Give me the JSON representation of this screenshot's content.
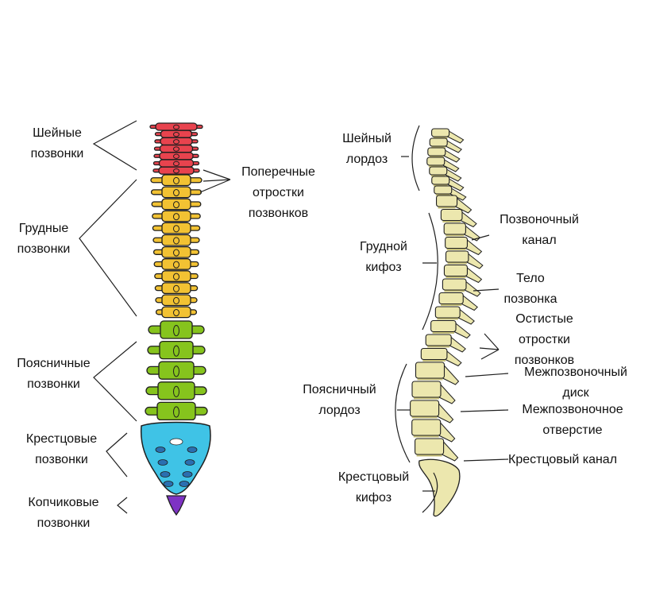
{
  "colors": {
    "cervical": "#e8434e",
    "thoracic": "#f2c233",
    "lumbar": "#86c41d",
    "sacrum": "#3fc3e6",
    "sacrum_holes": "#2a6fb0",
    "coccyx": "#7e33c4",
    "bone": "#ece7ae",
    "outline": "#1f1f1f"
  },
  "front_labels": {
    "cervical": [
      "Шейные",
      "позвонки"
    ],
    "thoracic": [
      "Грудные",
      "позвонки"
    ],
    "lumbar": [
      "Поясничные",
      "позвонки"
    ],
    "sacral": [
      "Крестцовые",
      "позвонки"
    ],
    "coccygeal": [
      "Копчиковые",
      "позвонки"
    ],
    "transverse": [
      "Поперечные",
      "отростки",
      "позвонков"
    ]
  },
  "side_labels": {
    "cervical_lordosis": [
      "Шейный",
      "лордоз"
    ],
    "thoracic_kyphosis": [
      "Грудной",
      "кифоз"
    ],
    "lumbar_lordosis": [
      "Поясничный",
      "лордоз"
    ],
    "sacral_kyphosis": [
      "Крестцовый",
      "кифоз"
    ],
    "spinal_canal": [
      "Позвоночный",
      "канал"
    ],
    "vertebral_body": [
      "Тело",
      "позвонка"
    ],
    "spinous": [
      "Остистые",
      "отростки",
      "позвонков"
    ],
    "disc": [
      "Межпозвоночный",
      "диск"
    ],
    "foramen": [
      "Межпозвоночное",
      "отверстие"
    ],
    "sacral_canal": "Крестцовый канал"
  }
}
